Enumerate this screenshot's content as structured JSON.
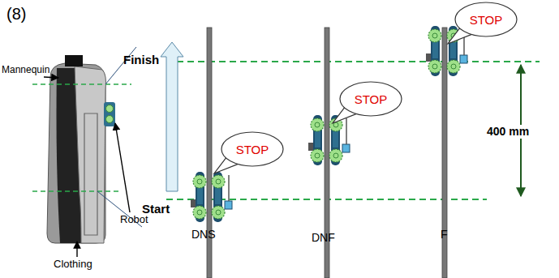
{
  "diagram": {
    "nodes": [
      {
        "text": [
          "STOP"
        ]
      },
      {
        "text": [
          "STOP"
        ]
      },
      {
        "text": [
          "STOP"
        ]
      }
    ],
    "labels": [
      "(8)",
      "Finish",
      "Start",
      "Mannequin",
      "Robot",
      "Clothing",
      "DNS",
      "DNF",
      "F",
      "400 mm"
    ]
  }
}
